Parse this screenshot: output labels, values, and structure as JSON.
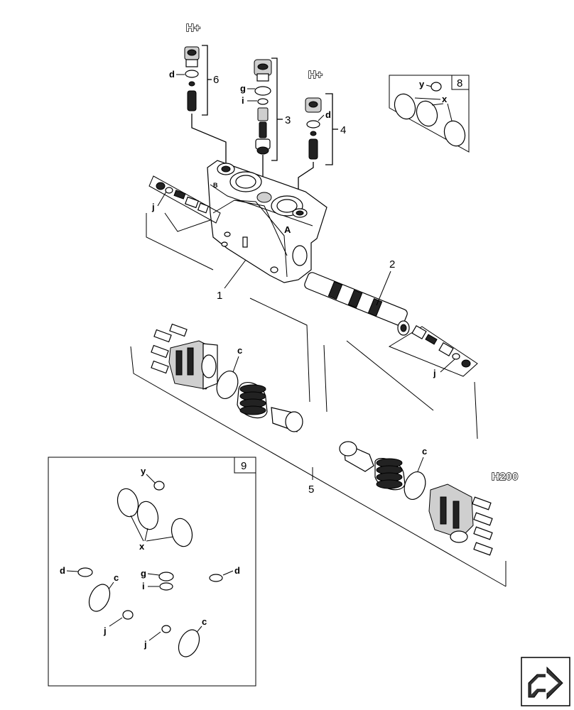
{
  "labels": {
    "hplus_left": "H+",
    "hplus_right": "H+",
    "h200": "H200",
    "ref_1": "1",
    "ref_2": "2",
    "ref_3": "3",
    "ref_4": "4",
    "ref_5": "5",
    "ref_6": "6",
    "ref_8": "8",
    "ref_9": "9",
    "port_a": "A",
    "port_b": "B"
  },
  "letters": {
    "d": "d",
    "g": "g",
    "i": "i",
    "j": "j",
    "c": "c",
    "x": "x",
    "y": "y"
  },
  "icons": {
    "navigation": "next-page-arrow-icon"
  }
}
